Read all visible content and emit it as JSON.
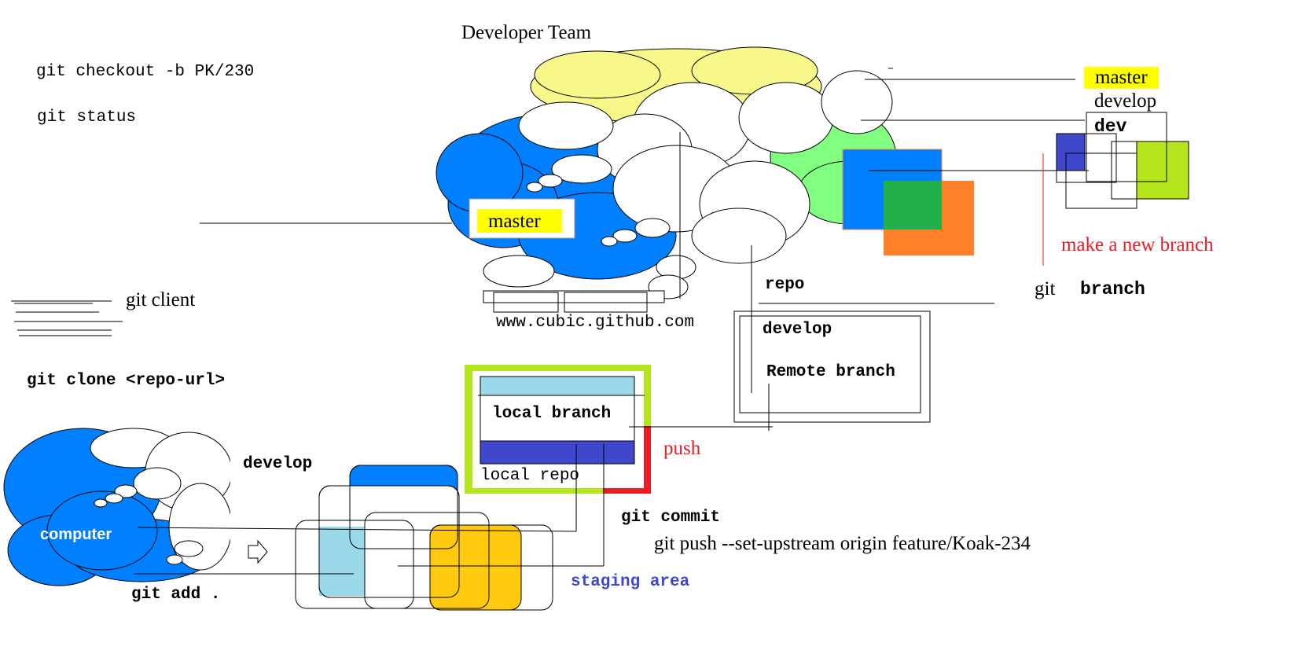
{
  "title": "Developer Team",
  "commands": {
    "checkout": "git checkout -b PK/230",
    "status": "git status",
    "clone": "git clone <repo-url>",
    "add": "git add .",
    "commit": "git commit",
    "push_upstream": "git push --set-upstream origin feature/Koak-234",
    "branch_cmd": "git",
    "branch_word": "branch"
  },
  "labels": {
    "git_client": "git client",
    "cloud_master": "master",
    "website": "www.cubic.github.com",
    "repo": "repo",
    "remote_develop": "develop",
    "remote_branch": "Remote branch",
    "local_branch": "local branch",
    "local_repo": "local repo",
    "push": "push",
    "develop_left": "develop",
    "computer": "computer",
    "staging_area": "staging area",
    "make_new_branch": "make a new branch"
  },
  "branches": {
    "master": "master",
    "develop": "develop",
    "dev": "dev"
  },
  "colors": {
    "blue": "#0080ff",
    "yellow": "#ffff00",
    "pale_yellow": "#f8f88a",
    "green": "#80ff80",
    "dark_green": "#22b04a",
    "orange": "#ff8028",
    "light_blue": "#99d9ea",
    "indigo": "#3f48cc",
    "lime": "#b5e61d",
    "red": "#ed1c24",
    "gold": "#ffc90e",
    "staging_text": "#3f48cc"
  }
}
